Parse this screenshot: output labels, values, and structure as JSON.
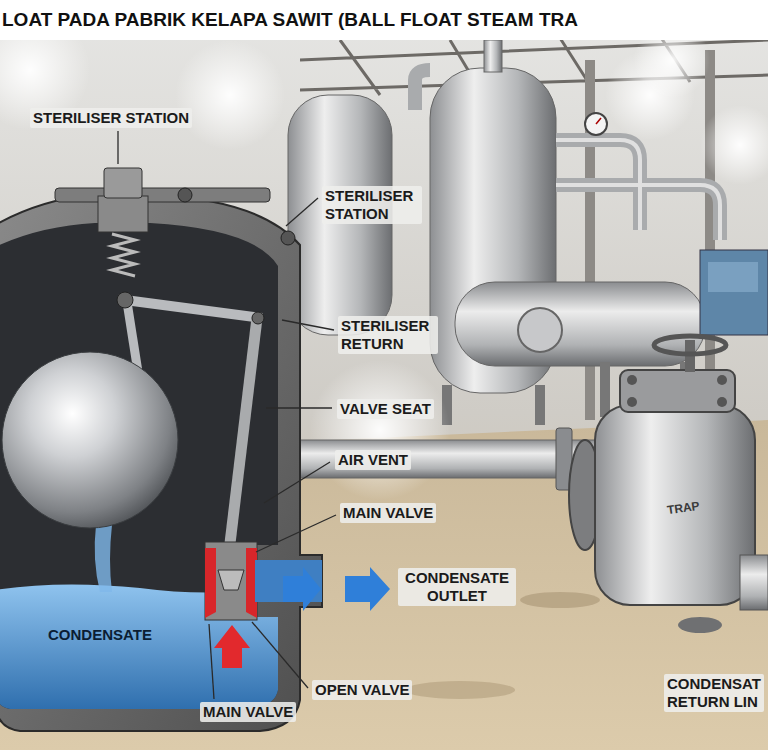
{
  "diagram": {
    "title": "LOAT PADA PABRIK KELAPA SAWIT (BALL FLOAT STEAM TRA",
    "labels": [
      "STERILISER STATION",
      "STERILISER STATION",
      "STERILISER RETURN",
      "VALVE SEAT",
      "AIR VENT",
      "MAIN VALVE",
      "CONDENSATE OUTLET",
      "CONDENSATE",
      "OPEN VALVE",
      "MAIN VALVE",
      "CONDENSAT RETURN LIN",
      "TRAP"
    ]
  }
}
